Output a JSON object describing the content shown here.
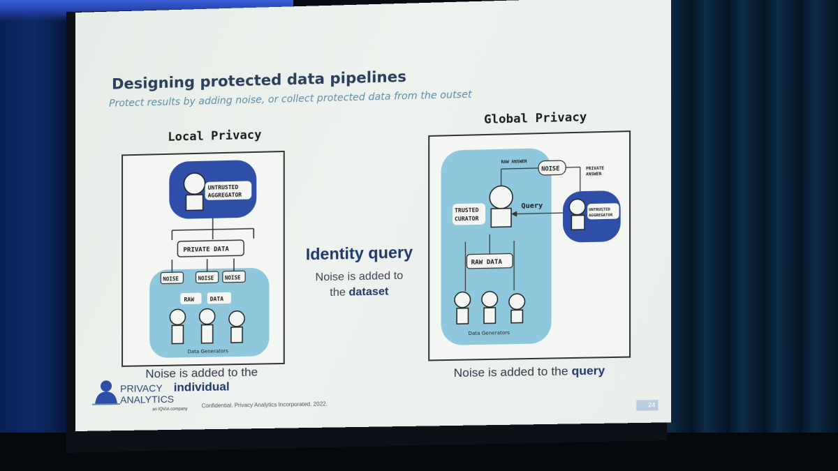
{
  "slide": {
    "title": "Designing protected data pipelines",
    "subtitle": "Protect results by adding noise, or collect protected data from the outset"
  },
  "local": {
    "heading": "Local Privacy",
    "untrusted_line1": "UNTRUSTED",
    "untrusted_line2": "AGGREGATOR",
    "private_data": "PRIVATE DATA",
    "noise_label": "NOISE",
    "raw": "RAW",
    "data": "DATA",
    "generators": "Data Generators",
    "caption_prefix": "Noise is added to the",
    "caption_emph": "individual"
  },
  "center": {
    "title": "Identity query",
    "desc_prefix": "Noise is added to",
    "desc_the": "the",
    "desc_emph": "dataset"
  },
  "global": {
    "heading": "Global Privacy",
    "raw_answer": "RAW ANSWER",
    "noise": "NOISE",
    "private_line1": "PRIVATE",
    "private_line2": "ANSWER",
    "trusted_line1": "TRUSTED",
    "trusted_line2": "CURATOR",
    "query": "Query",
    "untrusted_line1": "UNTRUSTED",
    "untrusted_line2": "AGGREGATOR",
    "raw_data": "RAW DATA",
    "generators": "Data Generators",
    "caption_prefix": "Noise is added to the",
    "caption_emph": "query"
  },
  "footer": {
    "logo_line1": "PRIVACY",
    "logo_line2": "ANALYTICS",
    "logo_sub": "an IQVIA company",
    "confidential": "Confidential. Privacy Analytics Incorporated. 2022.",
    "page": "24"
  },
  "colors": {
    "accent_dark_blue": "#2e4ea8",
    "accent_light_blue": "#8fc8dc",
    "title_navy": "#2b3f5c"
  }
}
